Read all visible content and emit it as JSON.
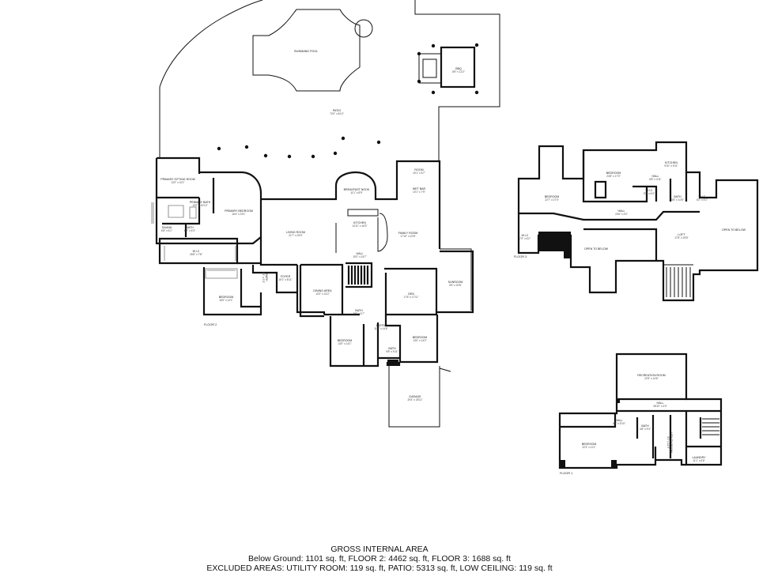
{
  "floor2_rooms": [
    {
      "key": "swimming_pool",
      "name": "SWIMMING POOL",
      "dim": ""
    },
    {
      "key": "bbq",
      "name": "BBQ",
      "dim": "8'9\" x 12'2\""
    },
    {
      "key": "patio",
      "name": "PATIO",
      "dim": "72'0\" x 81'4\""
    },
    {
      "key": "primary_sitting",
      "name": "PRIMARY SITTING ROOM",
      "dim": "13'2\" x 10'1\""
    },
    {
      "key": "primary_bath",
      "name": "PRIMARY BATH",
      "dim": "13'0\" x 10'10\""
    },
    {
      "key": "primary_bedroom",
      "name": "PRIMARY BEDROOM",
      "dim": "16'4\" x 23'1\""
    },
    {
      "key": "sauna",
      "name": "SAUNA",
      "dim": "6'8\" x 6'1\""
    },
    {
      "key": "bath_a",
      "name": "BATH",
      "dim": "6'7\" x 6'3\""
    },
    {
      "key": "wic_a",
      "name": "W.I.C",
      "dim": "26'8\" x 7'8\""
    },
    {
      "key": "living_room",
      "name": "LIVING ROOM",
      "dim": "21'7\" x 25'0\""
    },
    {
      "key": "breakfast_nook",
      "name": "BREAKFAST NOOK",
      "dim": "11'1\" x 8'9\""
    },
    {
      "key": "kitchen",
      "name": "KITCHEN",
      "dim": "14'11\" x 16'3\""
    },
    {
      "key": "room",
      "name": "ROOM",
      "dim": "10'1\" x 6'7\""
    },
    {
      "key": "wet_bar",
      "name": "WET BAR",
      "dim": "10'1\" x 7'9\""
    },
    {
      "key": "family_room",
      "name": "FAMILY ROOM",
      "dim": "17'10\" x 22'8\""
    },
    {
      "key": "hall_a",
      "name": "HALL",
      "dim": "19'2\" x 24'7\""
    },
    {
      "key": "foyer",
      "name": "FOYER",
      "dim": "15'1\" x 8'11\""
    },
    {
      "key": "bath_b",
      "name": "BATH",
      "dim": "5'3\" x 5'3\""
    },
    {
      "key": "bedroom_a",
      "name": "BEDROOM",
      "dim": "16'0\" x 12'1\""
    },
    {
      "key": "dining_area",
      "name": "DINING AREA",
      "dim": "13'2\" x 14'2\""
    },
    {
      "key": "den",
      "name": "DEN",
      "dim": "17'6\" x 17'11\""
    },
    {
      "key": "sunroom",
      "name": "SUNROOM",
      "dim": "9'6\" x 20'6\""
    },
    {
      "key": "bath_c",
      "name": "BATH",
      "dim": "5'6\" x 6'7\""
    },
    {
      "key": "entry",
      "name": "ENTRY",
      "dim": "11'7\" x 14'6\""
    },
    {
      "key": "bedroom_b",
      "name": "BEDROOM",
      "dim": "13'0\" x 14'1\""
    },
    {
      "key": "bedroom_c",
      "name": "BEDROOM",
      "dim": "13'0\" x 14'2\""
    },
    {
      "key": "bath_d",
      "name": "BATH",
      "dim": "9'8\" x 5'11\""
    },
    {
      "key": "garage",
      "name": "GARAGE",
      "dim": "29'4\" x 25'11\""
    }
  ],
  "floor3_rooms": [
    {
      "key": "bedroom_d",
      "name": "BEDROOM",
      "dim": "22'7\" x 27'0\""
    },
    {
      "key": "bedroom_e",
      "name": "BEDROOM",
      "dim": "24'8\" x 17'0\""
    },
    {
      "key": "kitchen_2",
      "name": "KITCHEN",
      "dim": "9'10\" x 9'11\""
    },
    {
      "key": "hall_b",
      "name": "HALL",
      "dim": "8'8\" x 4'11\""
    },
    {
      "key": "wic_b",
      "name": "W.I.C",
      "dim": "5'5\" x 6'4\""
    },
    {
      "key": "bath_e",
      "name": "BATH",
      "dim": "5'8\" x 10'5\""
    },
    {
      "key": "wic_c",
      "name": "W.I.C",
      "dim": "6'2\" x 5'1\""
    },
    {
      "key": "hall_c",
      "name": "HALL",
      "dim": "24'6\" x 4'0\""
    },
    {
      "key": "wic_d",
      "name": "W.I.C",
      "dim": "7'0\" x 6'2\""
    },
    {
      "key": "loft",
      "name": "LOFT",
      "dim": "17'8\" x 25'5\""
    },
    {
      "key": "open_below_a",
      "name": "OPEN TO BELOW",
      "dim": ""
    },
    {
      "key": "open_below_b",
      "name": "OPEN TO BELOW",
      "dim": ""
    }
  ],
  "floor1_rooms": [
    {
      "key": "recreation",
      "name": "RECREATION ROOM",
      "dim": "22'9\" x 14'6\""
    },
    {
      "key": "hall_d",
      "name": "HALL",
      "dim": "28'10\" x 4'0\""
    },
    {
      "key": "hall_e",
      "name": "HALL",
      "dim": "6'1\" x 5'10\""
    },
    {
      "key": "bath_f",
      "name": "BATH",
      "dim": "4'8\" x 9'4\""
    },
    {
      "key": "utility",
      "name": "UTILITY ROOM",
      "dim": "8'2\" x 11'0\""
    },
    {
      "key": "bedroom_f",
      "name": "BEDROOM",
      "dim": "22'3\" x 11'1\""
    },
    {
      "key": "laundry",
      "name": "LAUNDRY",
      "dim": "11'1\" x 6'6\""
    }
  ],
  "floor_labels": {
    "floor2": "FLOOR 2",
    "floor3": "FLOOR 3",
    "floor1": "FLOOR 1"
  },
  "footer": {
    "title": "GROSS INTERNAL AREA",
    "line1": "Below Ground: 1101 sq. ft, FLOOR 2: 4462 sq. ft, FLOOR 3: 1688 sq. ft",
    "line2": "EXCLUDED AREAS: UTILITY ROOM: 119 sq. ft, PATIO: 5313 sq. ft, LOW CEILING: 119 sq. ft"
  }
}
